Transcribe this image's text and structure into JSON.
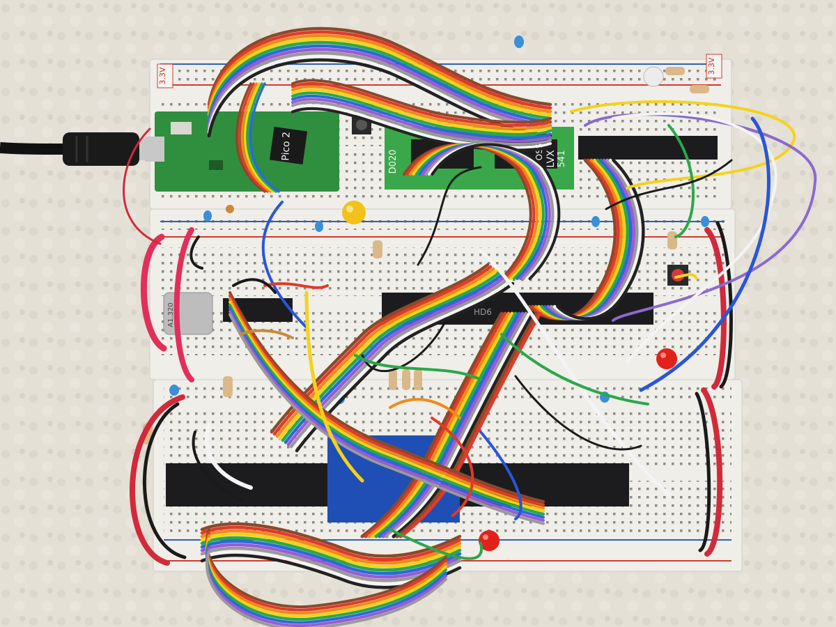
{
  "labels": {
    "rail_left": "3.3V",
    "rail_right": "3.3V",
    "pico_model": "Pico 2",
    "adapter_left": "D020",
    "adapter_mid": "LVX",
    "adapter_right": "OSS",
    "adapter_num": "541",
    "crystal": "A1.320",
    "cpu_marking": "HD6"
  },
  "colors": {
    "backdrop": "#e4e0d6",
    "breadboard": "#efeee9",
    "rail_red": "#d23a2c",
    "rail_blue": "#2b5fb8",
    "pcb_green": "#2f8f3f",
    "chip_black": "#1c1c1e",
    "led_red": "#e0221a",
    "led_yellow": "#f2c21a",
    "ribbon": [
      "#8a4a2a",
      "#e03a2a",
      "#f08a1a",
      "#f5d21a",
      "#2aa84a",
      "#2a6ad8",
      "#9a5ad8",
      "#9a9a9a",
      "#f4f4f4",
      "#222222"
    ]
  },
  "icons": [
    "usb-cable-icon",
    "pico-board-icon",
    "ribbon-cable-icon",
    "led-icon",
    "resistor-icon",
    "capacitor-icon",
    "pushbutton-icon",
    "crystal-icon"
  ]
}
